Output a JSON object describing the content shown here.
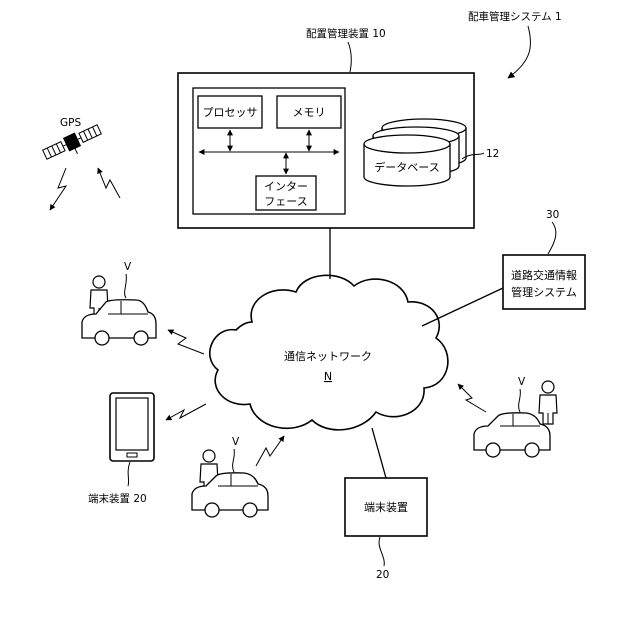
{
  "system": {
    "title": "配車管理システム 1"
  },
  "dispatch_device": {
    "label": "配置管理装置 10",
    "processor": "プロセッサ",
    "memory": "メモリ",
    "interface_line1": "インター",
    "interface_line2": "フェース",
    "database": "データベース",
    "database_ref": "12"
  },
  "gps": {
    "label": "GPS"
  },
  "network": {
    "label": "通信ネットワーク",
    "ref": "N"
  },
  "road_traffic": {
    "line1": "道路交通情報",
    "line2": "管理システム",
    "ref": "30"
  },
  "vehicles": [
    {
      "label": "V"
    },
    {
      "label": "V"
    },
    {
      "label": "V"
    }
  ],
  "terminal_phone": {
    "label": "端末装置 20"
  },
  "terminal_box": {
    "label": "端末装置",
    "ref": "20"
  }
}
